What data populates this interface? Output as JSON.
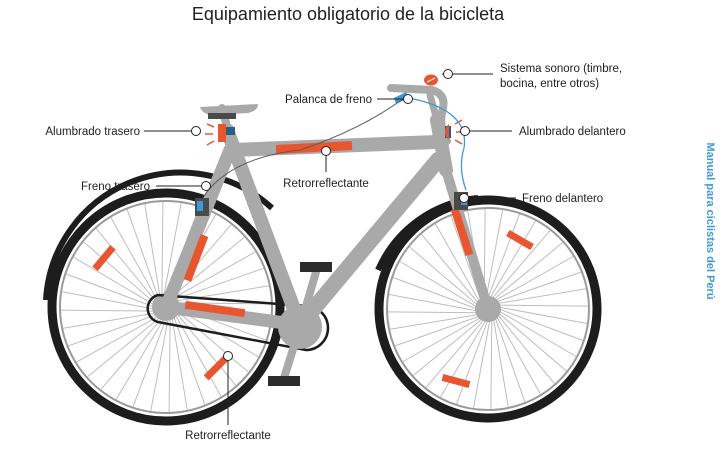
{
  "title": "Equipamiento obligatorio de la bicicleta",
  "side_label": "Manual para ciclistas del Perú",
  "labels": {
    "sound": [
      "Sistema sonoro (timbre,",
      "bocina, entre otros)"
    ],
    "brake_lever": "Palanca de freno",
    "rear_light": "Alumbrado trasero",
    "front_light": "Alumbrado delantero",
    "frame_reflector": "Retrorreflectante",
    "rear_brake": "Freno trasero",
    "front_brake": "Freno delantero",
    "wheel_reflector": "Retrorreflectante"
  },
  "colors": {
    "frame": "#a9a9a9",
    "accent": "#e8562f",
    "cable": "#3c9ad8",
    "tire": "#1d1d1d",
    "dark": "#4a4a4a",
    "text": "#222222"
  },
  "icons": [
    "bell-icon",
    "rear-light-icon",
    "front-light-icon",
    "brake-lever-icon"
  ]
}
